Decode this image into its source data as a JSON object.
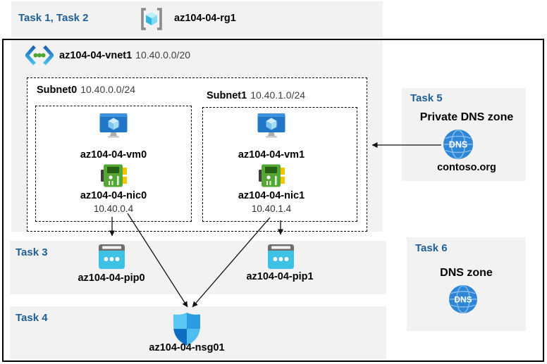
{
  "colors": {
    "task_blue": "#1F5F96",
    "band_gray": "#F2F2F2",
    "arrow_black": "#111111",
    "vm_blue": "#2176C8",
    "nic_green": "#56A636",
    "pip_cyan": "#3EC1E3",
    "dns_blue": "#2E86D6"
  },
  "header": {
    "tasks_label": "Task 1, Task 2",
    "rg_name": "az104-04-rg1"
  },
  "vnet": {
    "name": "az104-04-vnet1",
    "cidr": "10.40.0.0/20",
    "subnets": [
      {
        "name": "Subnet0",
        "cidr": "10.40.0.0/24",
        "vm": "az104-04-vm0",
        "nic": "az104-04-nic0",
        "ip": "10.40.0.4"
      },
      {
        "name": "Subnet1",
        "cidr": "10.40.1.0/24",
        "vm": "az104-04-vm1",
        "nic": "az104-04-nic1",
        "ip": "10.40.1.4"
      }
    ]
  },
  "task3": {
    "label": "Task 3",
    "pip0": "az104-04-pip0",
    "pip1": "az104-04-pip1"
  },
  "task4": {
    "label": "Task 4",
    "nsg": "az104-04-nsg01"
  },
  "task5": {
    "label": "Task 5",
    "title": "Private DNS zone",
    "zone": "contoso.org",
    "dns_icon_text": "DNS"
  },
  "task6": {
    "label": "Task 6",
    "title": "DNS zone",
    "dns_icon_text": "DNS"
  }
}
